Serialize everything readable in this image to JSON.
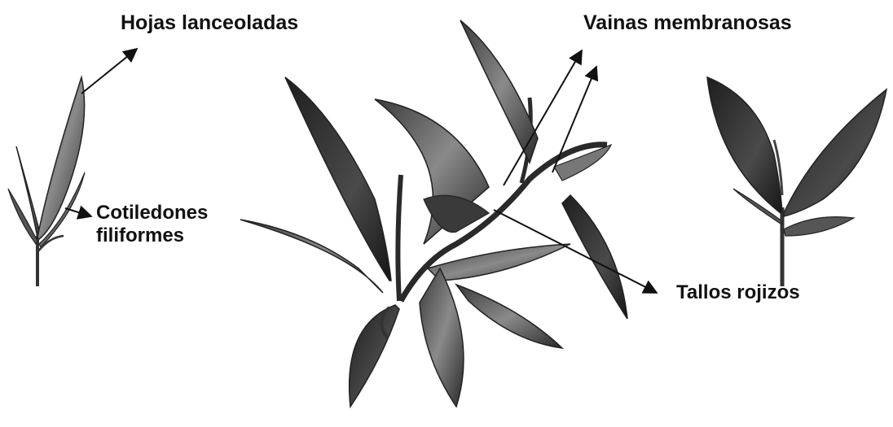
{
  "labels": {
    "hojas": "Hojas lanceoladas",
    "vainas": "Vainas membranosas",
    "cotiledones_line1": "Cotiledones",
    "cotiledones_line2": "filiformes",
    "tallos": "Tallos rojizos"
  },
  "colors": {
    "ink": "#111111",
    "leaf_dark": "#2b2b2b",
    "leaf_mid": "#6e6e6e",
    "leaf_light": "#b9b9b9"
  }
}
